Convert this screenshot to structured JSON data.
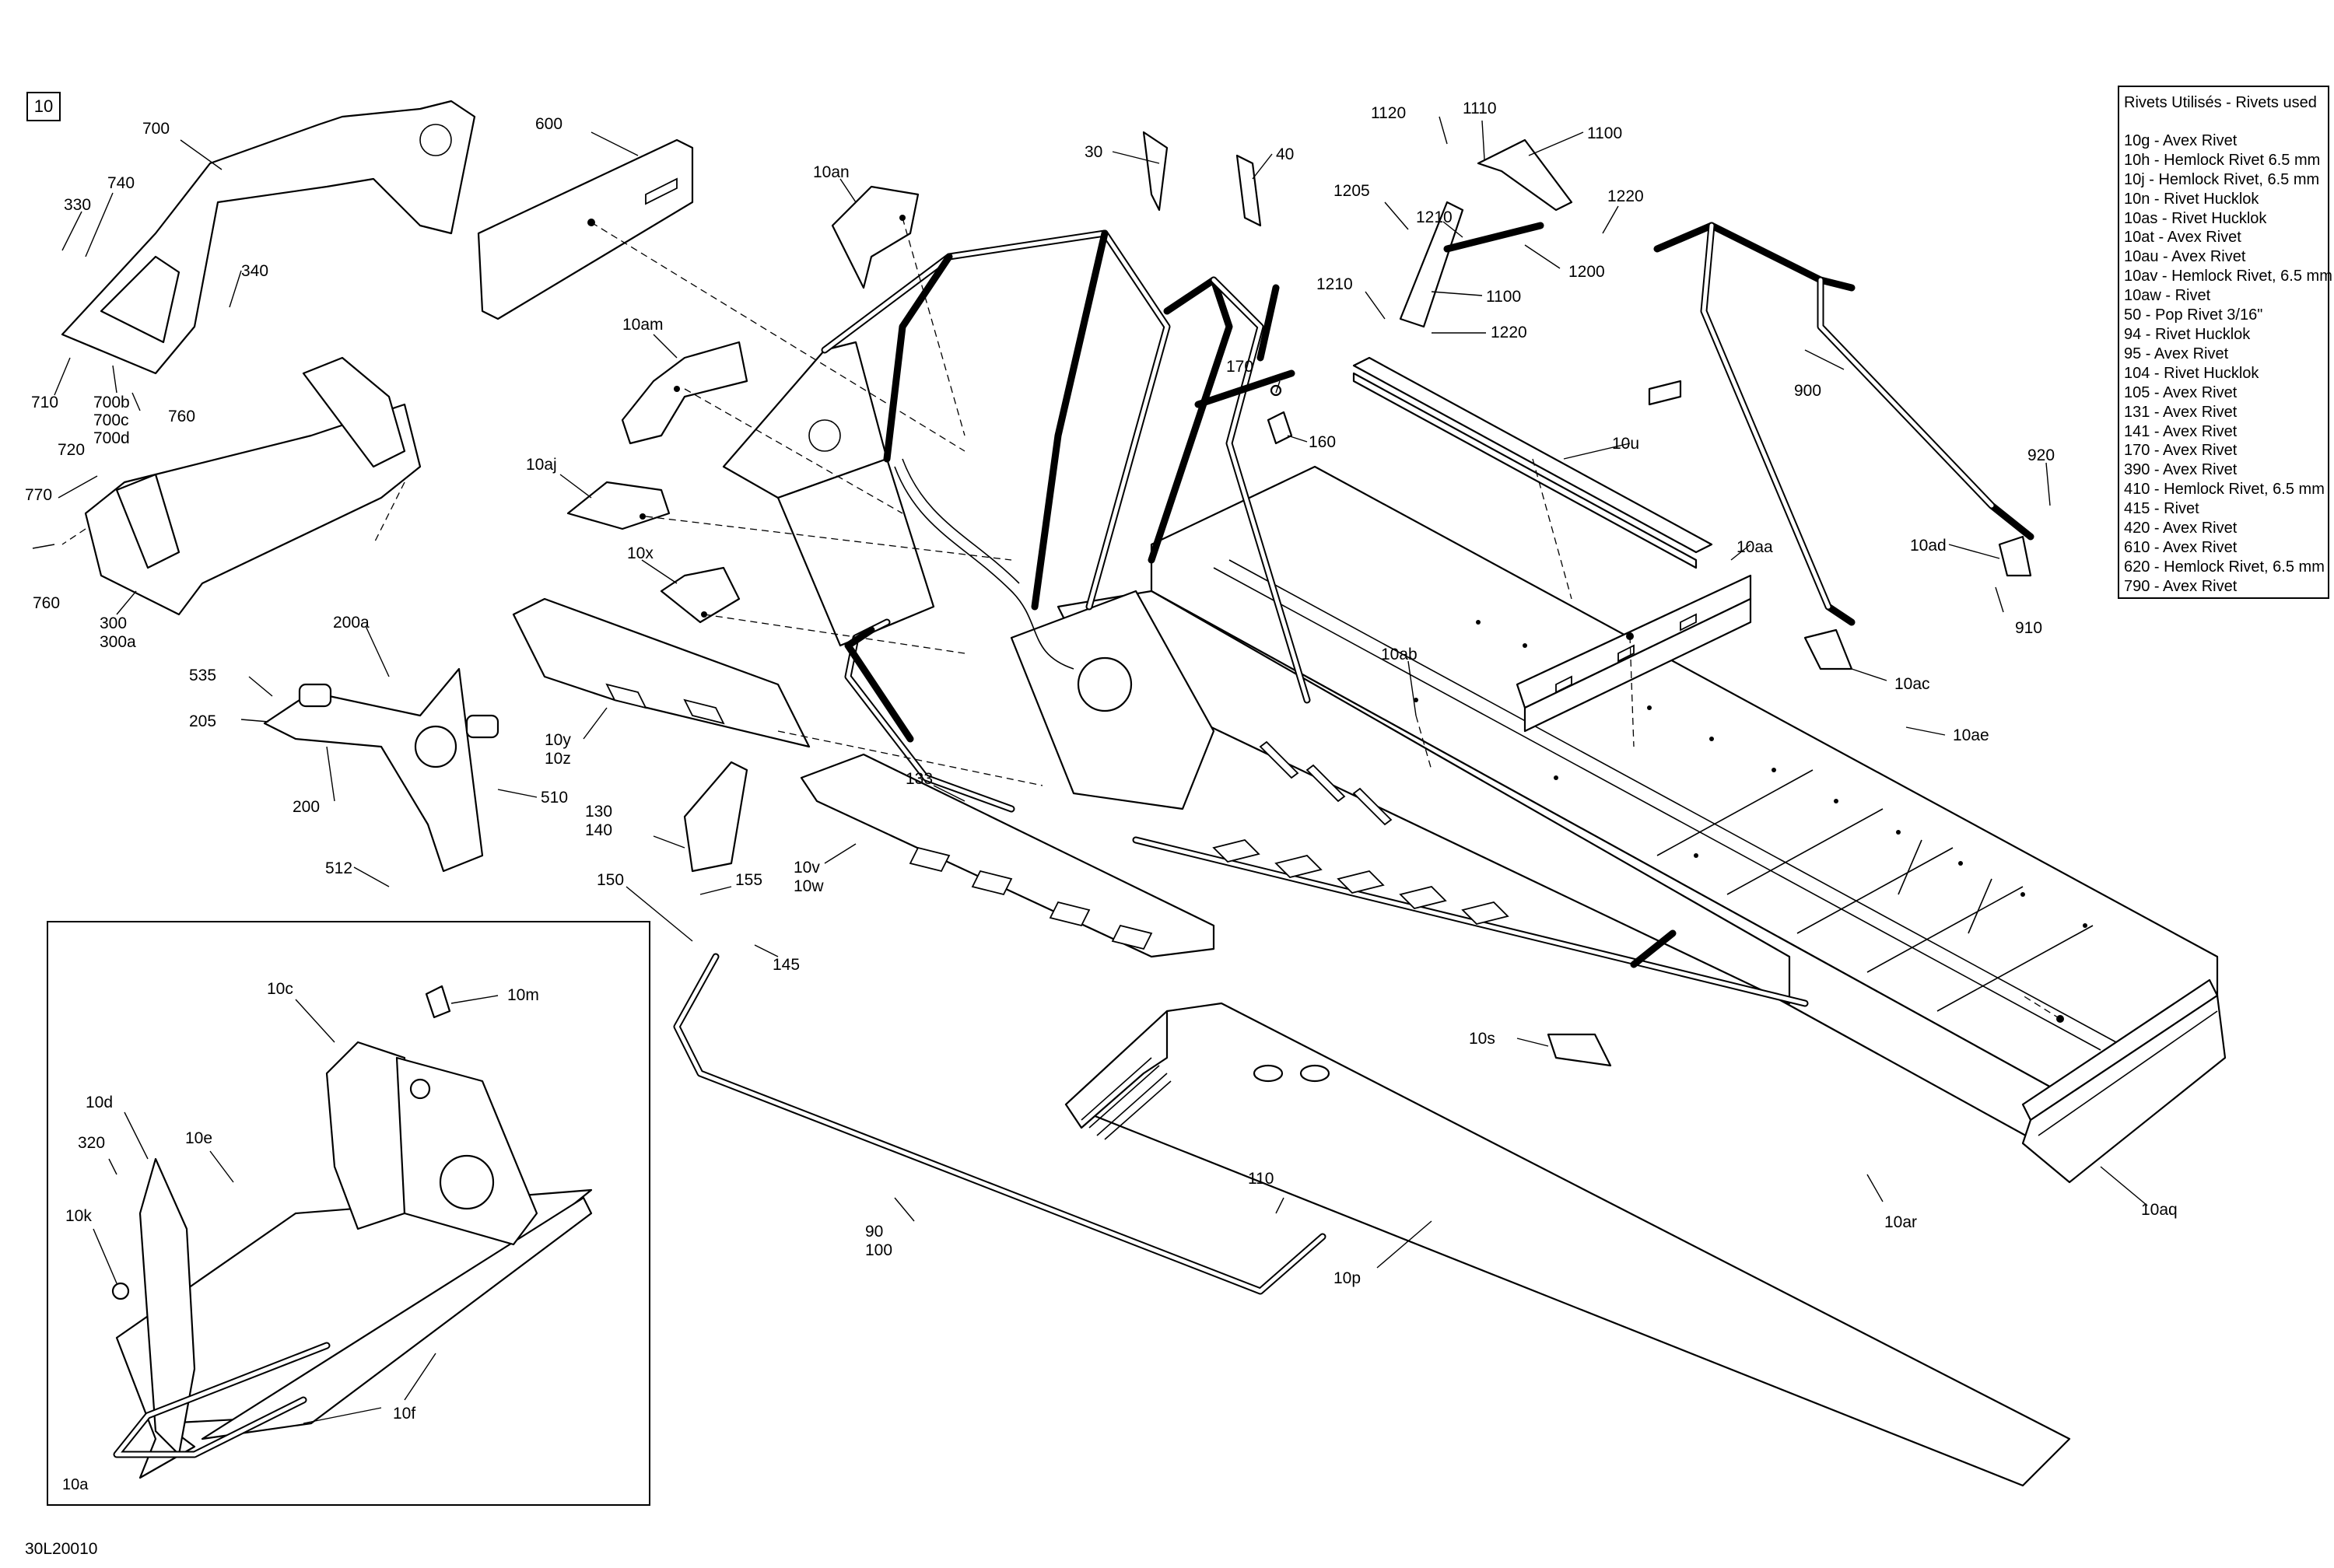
{
  "figure_number": "10",
  "drawing_number": "30L20010",
  "inset_label": "10a",
  "rivets_table": {
    "title": "Rivets Utilisés - Rivets used",
    "rows": [
      "10g - Avex Rivet",
      "10h - Hemlock Rivet 6.5 mm",
      "10j - Hemlock Rivet, 6.5 mm",
      "10n - Rivet Hucklok",
      "10as - Rivet Hucklok",
      "10at - Avex Rivet",
      "10au - Avex Rivet",
      "10av - Hemlock Rivet, 6.5 mm",
      "10aw - Rivet",
      "50 - Pop Rivet 3/16\"",
      "94 - Rivet Hucklok",
      "95 - Avex Rivet",
      "104 - Rivet Hucklok",
      "105 - Avex Rivet",
      "131 - Avex Rivet",
      "141 - Avex Rivet",
      "170 - Avex Rivet",
      "390 - Avex Rivet",
      "410 - Hemlock Rivet, 6.5 mm",
      "415 - Rivet",
      "420 - Avex Rivet",
      "610 - Avex Rivet",
      "620 - Hemlock Rivet, 6.5 mm",
      "790 - Avex Rivet"
    ]
  },
  "callouts": [
    {
      "id": "700",
      "text": "700"
    },
    {
      "id": "740",
      "text": "740"
    },
    {
      "id": "330",
      "text": "330"
    },
    {
      "id": "340",
      "text": "340"
    },
    {
      "id": "710",
      "text": "710"
    },
    {
      "id": "700b",
      "text": "700b"
    },
    {
      "id": "700c",
      "text": "700c"
    },
    {
      "id": "700d",
      "text": "700d"
    },
    {
      "id": "720",
      "text": "720"
    },
    {
      "id": "760a",
      "text": "760"
    },
    {
      "id": "770",
      "text": "770"
    },
    {
      "id": "760b",
      "text": "760"
    },
    {
      "id": "300",
      "text": "300"
    },
    {
      "id": "300a",
      "text": "300a"
    },
    {
      "id": "600",
      "text": "600"
    },
    {
      "id": "10an",
      "text": "10an"
    },
    {
      "id": "10am",
      "text": "10am"
    },
    {
      "id": "10aj",
      "text": "10aj"
    },
    {
      "id": "10x",
      "text": "10x"
    },
    {
      "id": "10y",
      "text": "10y"
    },
    {
      "id": "10z",
      "text": "10z"
    },
    {
      "id": "200a",
      "text": "200a"
    },
    {
      "id": "535",
      "text": "535"
    },
    {
      "id": "205",
      "text": "205"
    },
    {
      "id": "200",
      "text": "200"
    },
    {
      "id": "510",
      "text": "510"
    },
    {
      "id": "512",
      "text": "512"
    },
    {
      "id": "130",
      "text": "130"
    },
    {
      "id": "140",
      "text": "140"
    },
    {
      "id": "133",
      "text": "133"
    },
    {
      "id": "150",
      "text": "150"
    },
    {
      "id": "155",
      "text": "155"
    },
    {
      "id": "145",
      "text": "145"
    },
    {
      "id": "10v",
      "text": "10v"
    },
    {
      "id": "10w",
      "text": "10w"
    },
    {
      "id": "30",
      "text": "30"
    },
    {
      "id": "40",
      "text": "40"
    },
    {
      "id": "170",
      "text": "170"
    },
    {
      "id": "160",
      "text": "160"
    },
    {
      "id": "1120",
      "text": "1120"
    },
    {
      "id": "1110",
      "text": "1110"
    },
    {
      "id": "1100a",
      "text": "1100"
    },
    {
      "id": "1205",
      "text": "1205"
    },
    {
      "id": "1210a",
      "text": "1210"
    },
    {
      "id": "1220a",
      "text": "1220"
    },
    {
      "id": "1200",
      "text": "1200"
    },
    {
      "id": "1210b",
      "text": "1210"
    },
    {
      "id": "1100b",
      "text": "1100"
    },
    {
      "id": "1220b",
      "text": "1220"
    },
    {
      "id": "10u",
      "text": "10u"
    },
    {
      "id": "10aa",
      "text": "10aa"
    },
    {
      "id": "10ab",
      "text": "10ab"
    },
    {
      "id": "900",
      "text": "900"
    },
    {
      "id": "920",
      "text": "920"
    },
    {
      "id": "10ad",
      "text": "10ad"
    },
    {
      "id": "910",
      "text": "910"
    },
    {
      "id": "10ac",
      "text": "10ac"
    },
    {
      "id": "10ae",
      "text": "10ae"
    },
    {
      "id": "10s",
      "text": "10s"
    },
    {
      "id": "10ar",
      "text": "10ar"
    },
    {
      "id": "10aq",
      "text": "10aq"
    },
    {
      "id": "110",
      "text": "110"
    },
    {
      "id": "90",
      "text": "90"
    },
    {
      "id": "100",
      "text": "100"
    },
    {
      "id": "10p",
      "text": "10p"
    },
    {
      "id": "10c",
      "text": "10c"
    },
    {
      "id": "10m",
      "text": "10m"
    },
    {
      "id": "10d",
      "text": "10d"
    },
    {
      "id": "10e",
      "text": "10e"
    },
    {
      "id": "320",
      "text": "320"
    },
    {
      "id": "10k",
      "text": "10k"
    },
    {
      "id": "10f",
      "text": "10f"
    }
  ]
}
